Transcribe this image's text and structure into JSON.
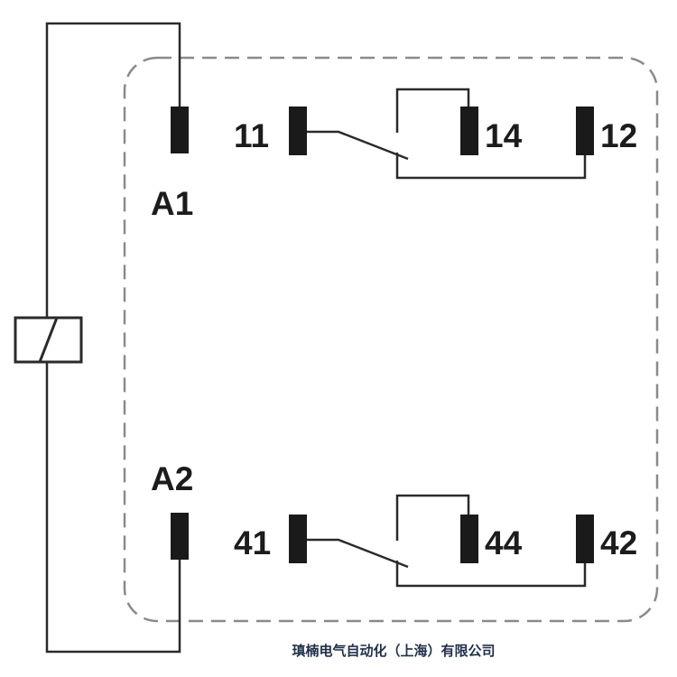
{
  "terminals": {
    "a1": "A1",
    "a2": "A2",
    "c11": "11",
    "c14": "14",
    "c12": "12",
    "c41": "41",
    "c44": "44",
    "c42": "42"
  },
  "footer": {
    "company": "瑱楠电气自动化（上海）有限公司"
  }
}
